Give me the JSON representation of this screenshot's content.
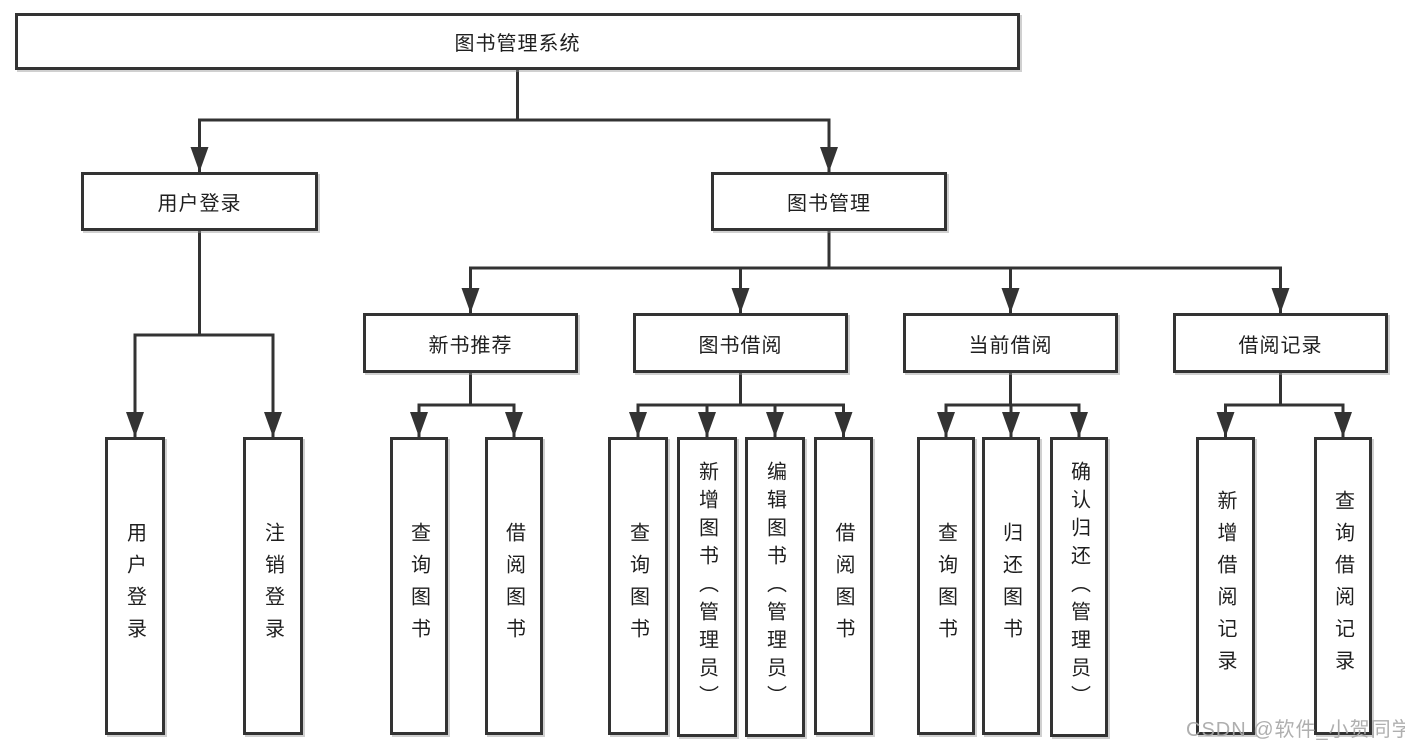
{
  "diagram": {
    "root": {
      "label": "图书管理系统"
    },
    "level2": [
      {
        "label": "用户登录"
      },
      {
        "label": "图书管理"
      }
    ],
    "level3": [
      {
        "label": "新书推荐"
      },
      {
        "label": "图书借阅"
      },
      {
        "label": "当前借阅"
      },
      {
        "label": "借阅记录"
      }
    ],
    "leaves": {
      "login": [
        "用户登录",
        "注销登录"
      ],
      "recommend": [
        "查询图书",
        "借阅图书"
      ],
      "borrow": [
        "查询图书",
        "新增图书（管理员）",
        "编辑图书（管理员）",
        "借阅图书"
      ],
      "current": [
        "查询图书",
        "归还图书",
        "确认归还（管理员）"
      ],
      "records": [
        "新增借阅记录",
        "查询借阅记录"
      ]
    }
  },
  "watermark": {
    "text": "CSDN @软件_小贺同学"
  },
  "colors": {
    "line": "#333333",
    "text": "#1f1f1f",
    "background": "#ffffff",
    "watermark": "#a8a8a8"
  }
}
